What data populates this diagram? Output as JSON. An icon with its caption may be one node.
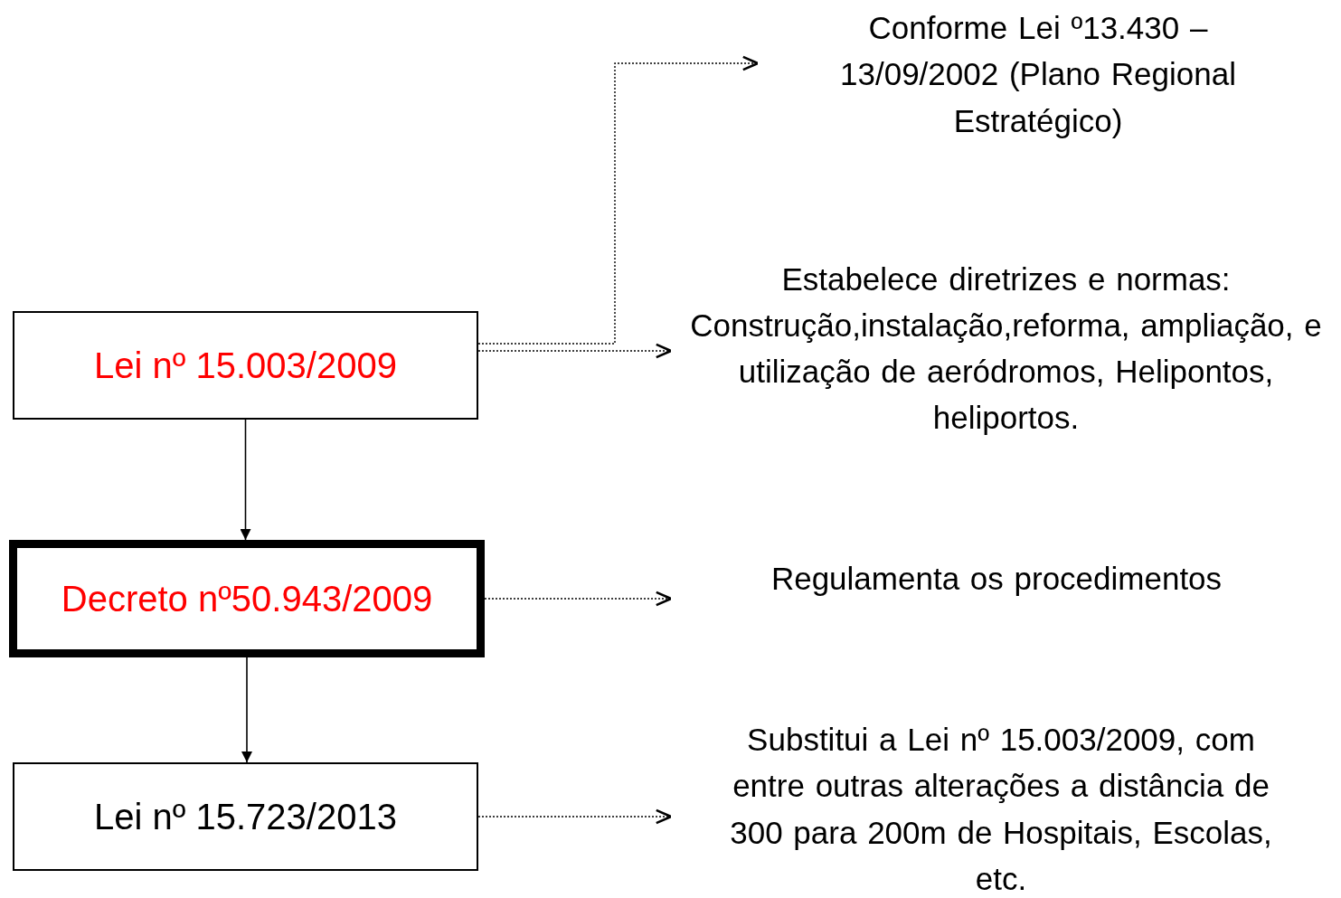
{
  "diagram": {
    "nodes": [
      {
        "text": [
          "Lei nº 15.003/2009"
        ]
      },
      {
        "text": [
          "Decreto nº50.943/2009"
        ]
      },
      {
        "text": [
          "Lei nº 15.723/2013"
        ]
      },
      {
        "text": [
          "Conforme Lei º13.430 – 13/09/2002 (Plano Regional Estratégico)"
        ]
      },
      {
        "text": [
          "Estabelece diretrizes e normas: Construção,instalação,reforma, ampliação, e utilização de aeródromos, Helipontos, heliportos."
        ]
      },
      {
        "text": [
          "Regulamenta os procedimentos"
        ]
      },
      {
        "text": [
          "Substitui a Lei nº 15.003/2009, com entre outras alterações a distância de 300 para 200m de Hospitais, Escolas, etc."
        ]
      }
    ],
    "edges": [
      {
        "from": 0,
        "to": 1,
        "arrow": "to"
      },
      {
        "from": 1,
        "to": 2,
        "arrow": "to"
      },
      {
        "from": 0,
        "to": 3,
        "arrow": "to",
        "style": "dashed"
      },
      {
        "from": 0,
        "to": 4,
        "arrow": "to",
        "style": "dashed"
      },
      {
        "from": 1,
        "to": 5,
        "arrow": "to",
        "style": "dashed"
      },
      {
        "from": 2,
        "to": 6,
        "arrow": "to",
        "style": "dashed"
      }
    ]
  }
}
